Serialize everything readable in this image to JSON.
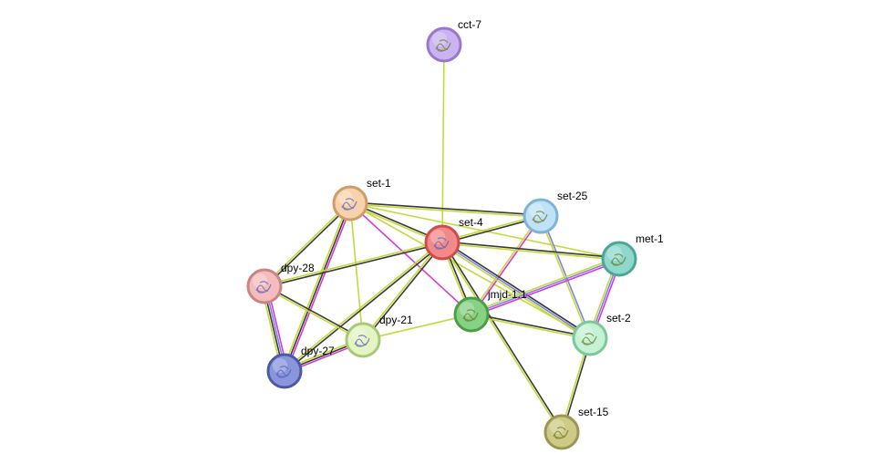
{
  "network": {
    "nodes": [
      {
        "id": "cct-7",
        "label": "cct-7",
        "color": "#c9b3f0",
        "stroke": "#9a78c8"
      },
      {
        "id": "set-1",
        "label": "set-1",
        "color": "#f7d3ad",
        "stroke": "#d19a6a"
      },
      {
        "id": "set-25",
        "label": "set-25",
        "color": "#bfe2f7",
        "stroke": "#7fb3d6"
      },
      {
        "id": "set-4",
        "label": "set-4",
        "color": "#f28a8a",
        "stroke": "#cc4d4d"
      },
      {
        "id": "met-1",
        "label": "met-1",
        "color": "#8fd9cc",
        "stroke": "#4ea496"
      },
      {
        "id": "dpy-28",
        "label": "dpy-28",
        "color": "#f4bcbc",
        "stroke": "#c98585"
      },
      {
        "id": "jmjd-1.1",
        "label": "jmjd-1.1",
        "color": "#86d184",
        "stroke": "#4a9e48"
      },
      {
        "id": "dpy-21",
        "label": "dpy-21",
        "color": "#e4f5c4",
        "stroke": "#a8c97a"
      },
      {
        "id": "set-2",
        "label": "set-2",
        "color": "#c5f2d4",
        "stroke": "#7cc79b"
      },
      {
        "id": "dpy-27",
        "label": "dpy-27",
        "color": "#8a96dc",
        "stroke": "#4d58a6"
      },
      {
        "id": "set-15",
        "label": "set-15",
        "color": "#cfcb86",
        "stroke": "#9b9656"
      }
    ],
    "edges": [
      {
        "source": "cct-7",
        "target": "set-4",
        "evidence": [
          "textmining"
        ]
      },
      {
        "source": "set-1",
        "target": "set-25",
        "evidence": [
          "coexpression",
          "textmining"
        ]
      },
      {
        "source": "set-1",
        "target": "set-4",
        "evidence": [
          "coexpression",
          "textmining"
        ]
      },
      {
        "source": "set-1",
        "target": "met-1",
        "evidence": [
          "textmining"
        ]
      },
      {
        "source": "set-1",
        "target": "dpy-28",
        "evidence": [
          "coexpression",
          "textmining"
        ]
      },
      {
        "source": "set-1",
        "target": "jmjd-1.1",
        "evidence": [
          "experiments"
        ]
      },
      {
        "source": "set-1",
        "target": "dpy-21",
        "evidence": [
          "textmining"
        ]
      },
      {
        "source": "set-1",
        "target": "dpy-27",
        "evidence": [
          "experiments",
          "coexpression",
          "textmining"
        ]
      },
      {
        "source": "set-1",
        "target": "set-2",
        "evidence": [
          "textmining"
        ]
      },
      {
        "source": "set-25",
        "target": "set-4",
        "evidence": [
          "coexpression",
          "textmining"
        ]
      },
      {
        "source": "set-25",
        "target": "jmjd-1.1",
        "evidence": [
          "experiments",
          "textmining"
        ]
      },
      {
        "source": "set-25",
        "target": "set-2",
        "evidence": [
          "homology",
          "textmining"
        ]
      },
      {
        "source": "set-4",
        "target": "met-1",
        "evidence": [
          "coexpression",
          "textmining"
        ]
      },
      {
        "source": "set-4",
        "target": "dpy-28",
        "evidence": [
          "coexpression",
          "textmining"
        ]
      },
      {
        "source": "set-4",
        "target": "jmjd-1.1",
        "evidence": [
          "coexpression",
          "textmining"
        ]
      },
      {
        "source": "set-4",
        "target": "dpy-21",
        "evidence": [
          "coexpression",
          "textmining"
        ]
      },
      {
        "source": "set-4",
        "target": "dpy-27",
        "evidence": [
          "coexpression",
          "textmining"
        ]
      },
      {
        "source": "set-4",
        "target": "set-2",
        "evidence": [
          "coexpression",
          "homology",
          "textmining"
        ]
      },
      {
        "source": "set-4",
        "target": "set-15",
        "evidence": [
          "coexpression",
          "textmining"
        ]
      },
      {
        "source": "met-1",
        "target": "jmjd-1.1",
        "evidence": [
          "experiments",
          "homology",
          "textmining"
        ]
      },
      {
        "source": "met-1",
        "target": "set-2",
        "evidence": [
          "experiments",
          "homology",
          "textmining"
        ]
      },
      {
        "source": "dpy-28",
        "target": "dpy-27",
        "evidence": [
          "experiments",
          "homology",
          "coexpression",
          "textmining"
        ]
      },
      {
        "source": "dpy-28",
        "target": "dpy-21",
        "evidence": [
          "coexpression",
          "textmining"
        ]
      },
      {
        "source": "jmjd-1.1",
        "target": "dpy-21",
        "evidence": [
          "textmining"
        ]
      },
      {
        "source": "jmjd-1.1",
        "target": "set-2",
        "evidence": [
          "coexpression",
          "textmining"
        ]
      },
      {
        "source": "dpy-21",
        "target": "dpy-27",
        "evidence": [
          "experiments",
          "coexpression",
          "textmining"
        ]
      },
      {
        "source": "set-2",
        "target": "set-15",
        "evidence": [
          "coexpression",
          "textmining"
        ]
      }
    ],
    "evidence_colors": {
      "textmining": "#c6d93a",
      "coexpression": "#3a3a3a",
      "experiments": "#d63ad6",
      "homology": "#7d83e6",
      "database": "#3ac6d6"
    }
  }
}
